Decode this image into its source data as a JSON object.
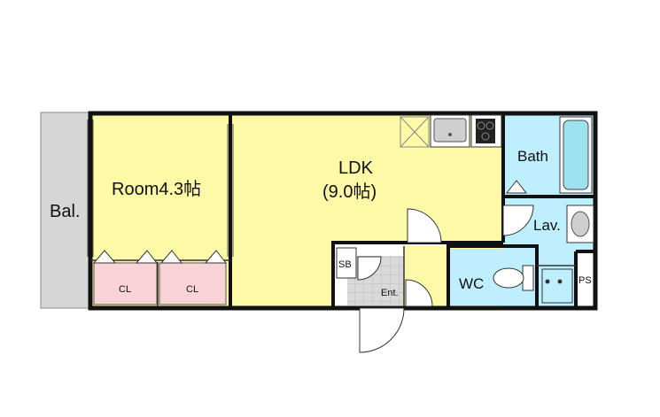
{
  "floorplan": {
    "rooms": {
      "balcony": "Bal.",
      "room": "Room4.3帖",
      "closet_left": "CL",
      "closet_right": "CL",
      "ldk_name": "LDK",
      "ldk_size": "(9.0帖)",
      "bath": "Bath",
      "lavatory": "Lav.",
      "wc": "WC",
      "entrance": "Ent.",
      "shoe_box": "SB",
      "pipe_space": "PS"
    },
    "colors": {
      "room_fill": "#FDF9A6",
      "ldk_fill": "#FDF9A6",
      "wet_fill": "#BFEFFF",
      "closet_fill": "#F9D3D6",
      "balcony_fill": "#D6D6D6",
      "entrance_fill": "#D9D9D9",
      "wall": "#111111"
    }
  }
}
